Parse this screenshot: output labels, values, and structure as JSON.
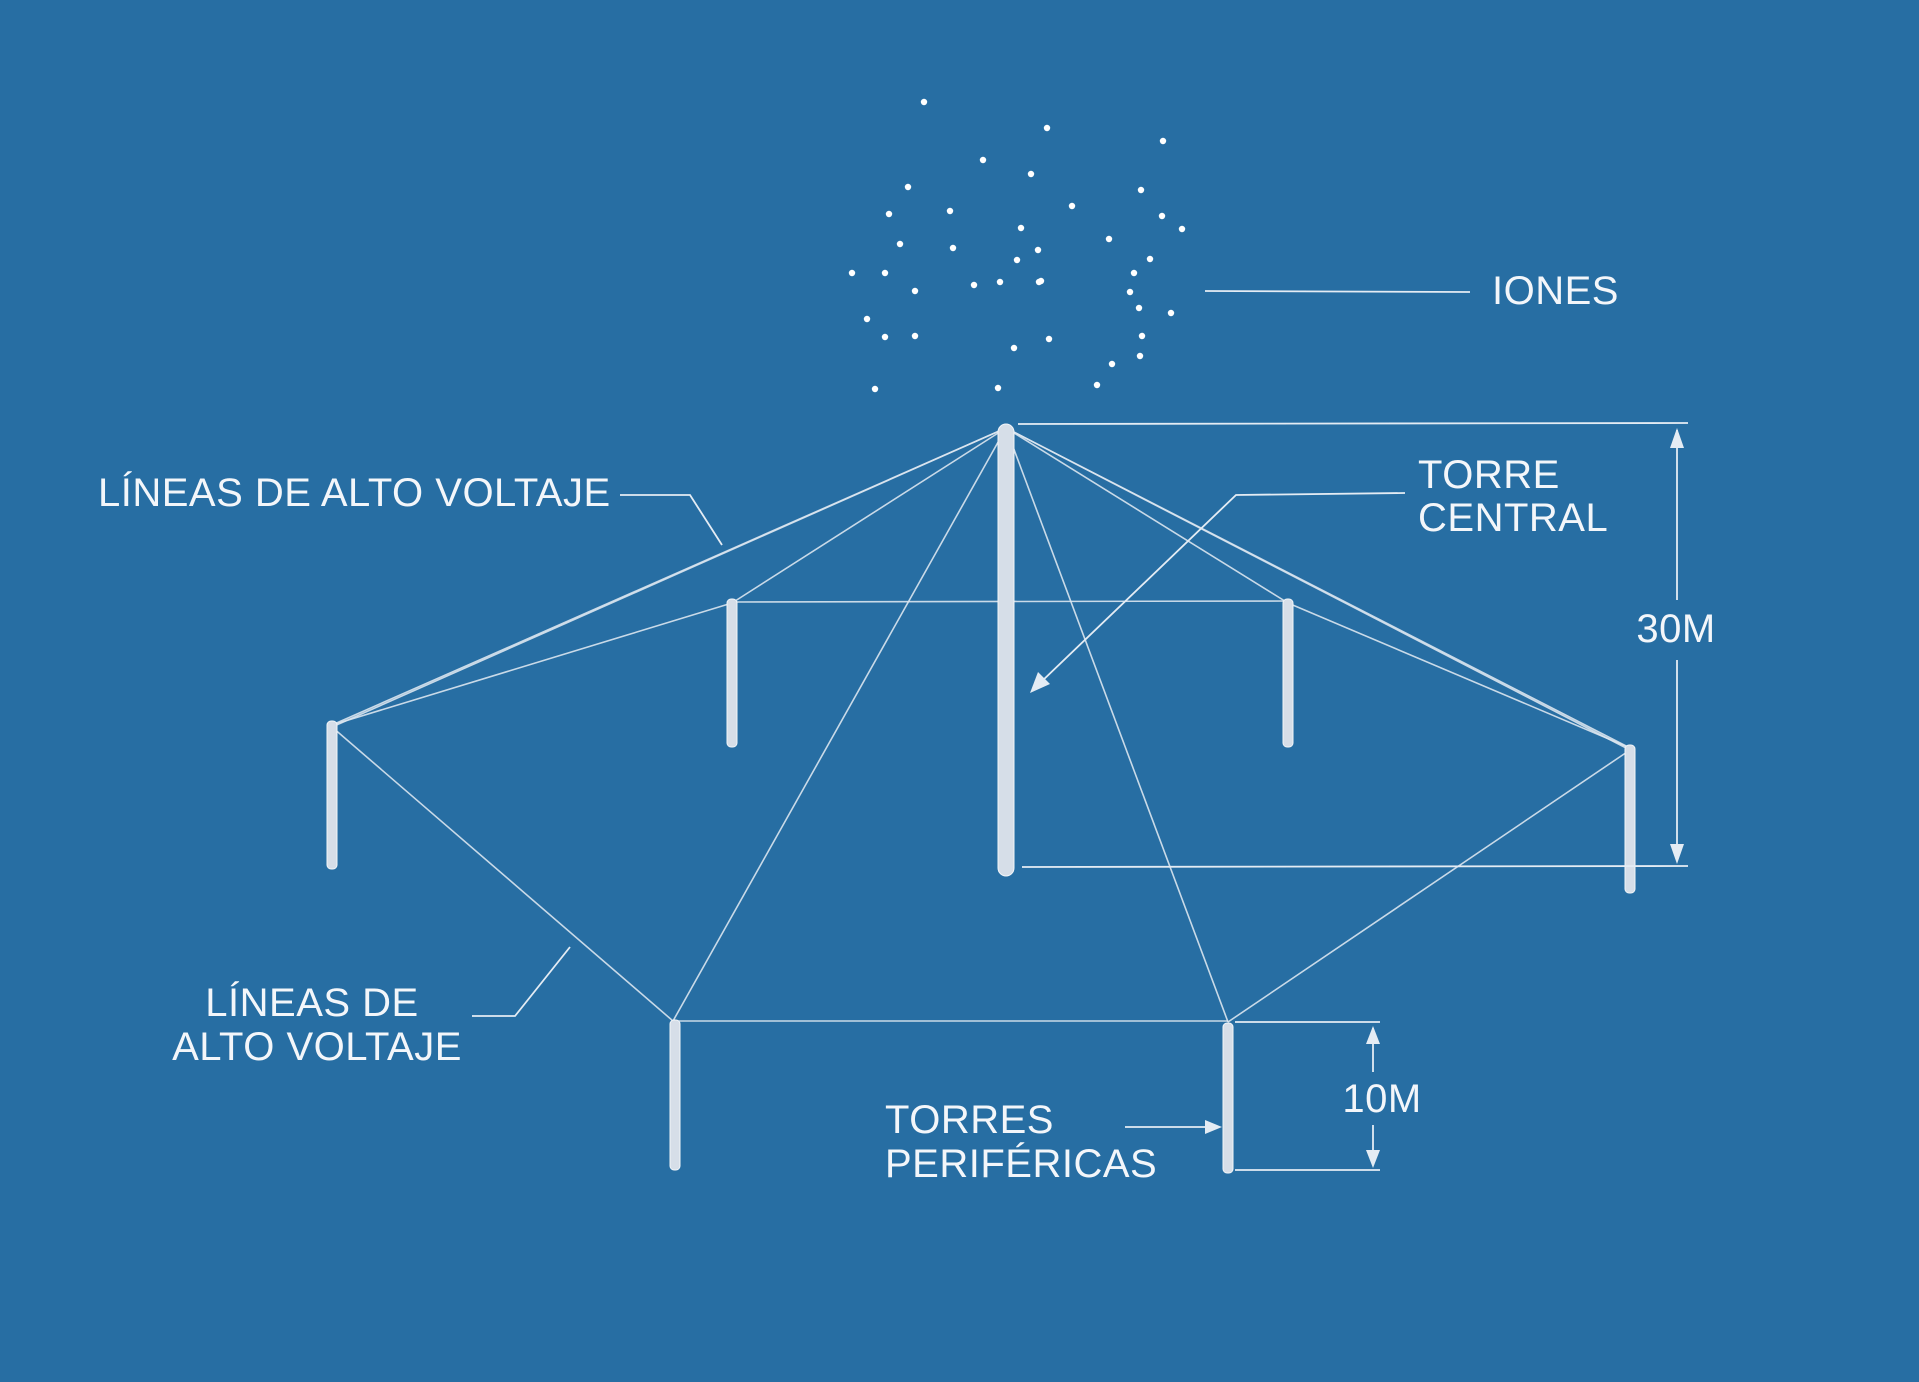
{
  "labels": {
    "iones": "IONES",
    "lineas_top": "LÍNEAS DE ALTO VOLTAJE",
    "lineas_bottom_1": "LÍNEAS DE",
    "lineas_bottom_2": "ALTO VOLTAJE",
    "torre_central_1": "TORRE",
    "torre_central_2": "CENTRAL",
    "torres_perifericas_1": "TORRES",
    "torres_perifericas_2": "PERIFÉRICAS",
    "dim_30": "30M",
    "dim_10": "10M"
  },
  "colors": {
    "background": "#276ea3",
    "lines": "#dbe5ef",
    "towers": "#d6dee8",
    "text": "#f3f6fa"
  }
}
